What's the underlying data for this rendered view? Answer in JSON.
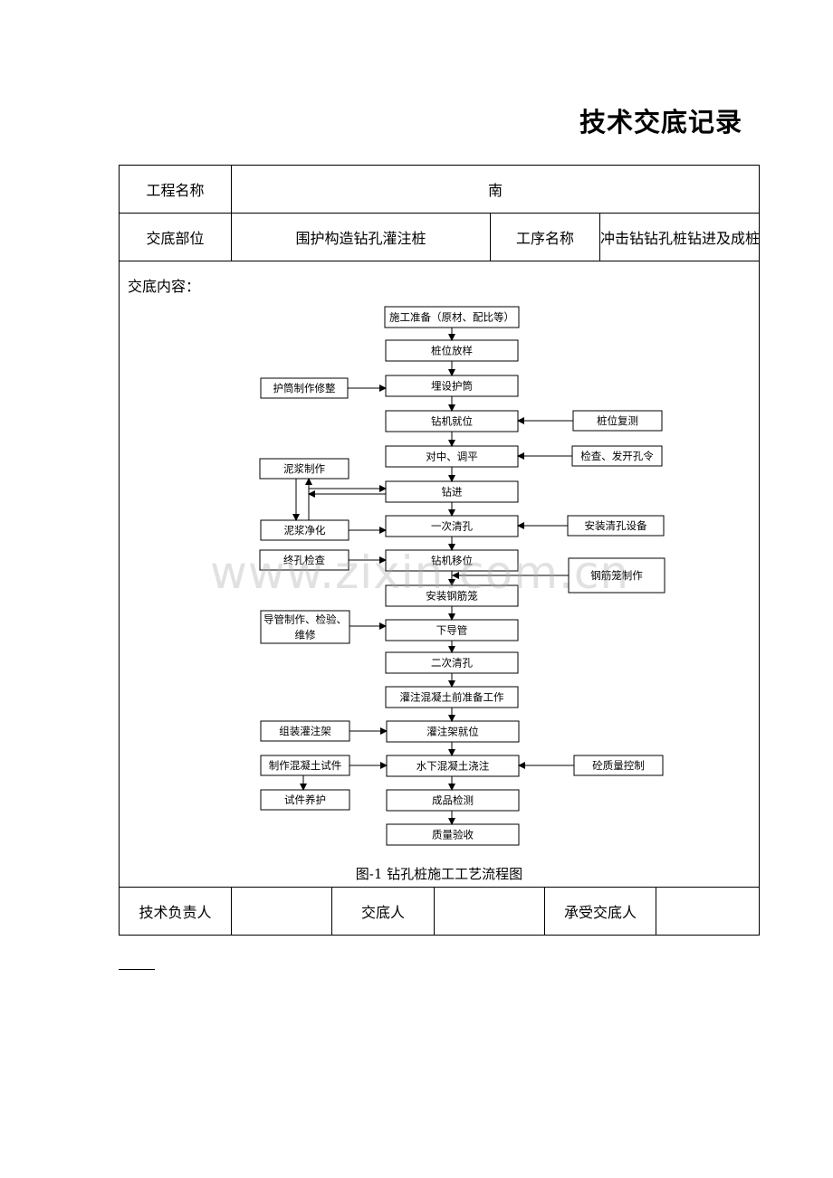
{
  "title": "技术交底记录",
  "project_name_label": "工程名称",
  "project_name_value": "南",
  "part_label": "交底部位",
  "part_value": "围护构造钻孔灌注桩",
  "process_label": "工序名称",
  "process_value": "冲击钻钻孔桩钻进及成桩",
  "content_label": "交底内容：",
  "flow": {
    "main": [
      "施工准备（原材、配比等）",
      "桩位放样",
      "埋设护筒",
      "钻机就位",
      "对中、调平",
      "钻进",
      "一次清孔",
      "钻机移位",
      "安装钢筋笼",
      "下导管",
      "二次清孔",
      "灌注混凝土前准备工作",
      "灌注架就位",
      "水下混凝土浇注",
      "成品检测",
      "质量验收"
    ],
    "left": [
      "护筒制作修整",
      "泥浆制作",
      "泥浆净化",
      "终孔检查",
      "导管制作、检验、",
      "维修",
      "组装灌注架",
      "制作混凝土试件",
      "试件养护"
    ],
    "right": [
      "桩位复测",
      "检查、发开孔令",
      "安装清孔设备",
      "钢筋笼制作",
      "砼质量控制"
    ],
    "caption": "图-1 钻孔桩施工工艺流程图"
  },
  "footer": {
    "tech_lead_label": "技术负责人",
    "discloser_label": "交底人",
    "receiver_label": "承受交底人"
  },
  "watermark": "www.zixin.com.cn"
}
